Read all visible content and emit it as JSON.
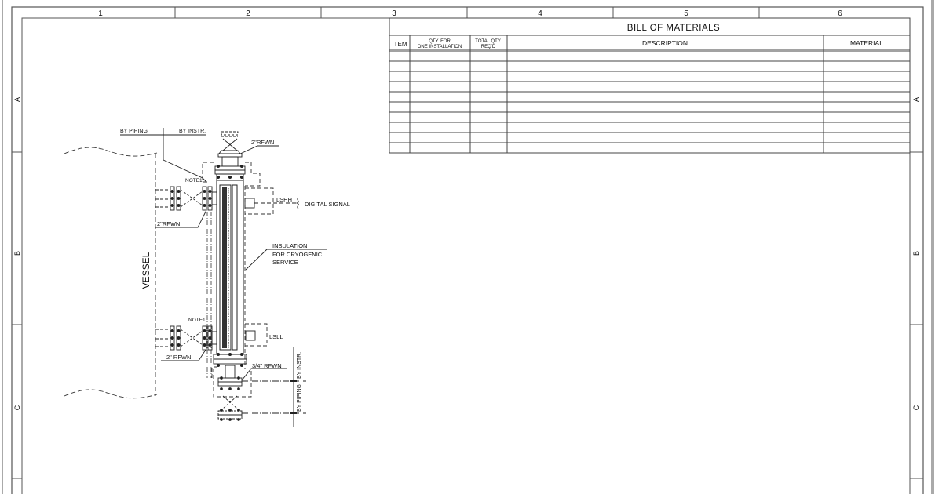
{
  "drawing": {
    "type": "Level gauge installation detail",
    "zones": {
      "columns": [
        "1",
        "2",
        "3",
        "4",
        "5",
        "6"
      ],
      "rows": [
        "A",
        "B",
        "C"
      ]
    },
    "bill_of_materials": {
      "title": "BILL OF MATERIALS",
      "headers": {
        "item": "ITEM",
        "qty_one_line1": "QTY. FOR",
        "qty_one_line2": "ONE INSTALLATION",
        "qty_total_line1": "TOTAL QTY.",
        "qty_total_line2": "REQ'D",
        "description": "DESCRIPTION",
        "material": "MATERIAL"
      },
      "rows": [
        {
          "item": "",
          "qty_one": "",
          "qty_total": "",
          "description": "",
          "material": ""
        },
        {
          "item": "",
          "qty_one": "",
          "qty_total": "",
          "description": "",
          "material": ""
        },
        {
          "item": "",
          "qty_one": "",
          "qty_total": "",
          "description": "",
          "material": ""
        },
        {
          "item": "",
          "qty_one": "",
          "qty_total": "",
          "description": "",
          "material": ""
        },
        {
          "item": "",
          "qty_one": "",
          "qty_total": "",
          "description": "",
          "material": ""
        },
        {
          "item": "",
          "qty_one": "",
          "qty_total": "",
          "description": "",
          "material": ""
        },
        {
          "item": "",
          "qty_one": "",
          "qty_total": "",
          "description": "",
          "material": ""
        },
        {
          "item": "",
          "qty_one": "",
          "qty_total": "",
          "description": "",
          "material": ""
        },
        {
          "item": "",
          "qty_one": "",
          "qty_total": "",
          "description": "",
          "material": ""
        },
        {
          "item": "",
          "qty_one": "",
          "qty_total": "",
          "description": "",
          "material": ""
        }
      ]
    },
    "labels": {
      "by_piping": "BY PIPING",
      "by_instr": "BY INSTR.",
      "top_flange": "2\"RFWN",
      "note_upper": "NOTE1",
      "upper_nozzle": "2\"RFWN",
      "lshh": "LSHH",
      "digital_signal": "DIGITAL SIGNAL",
      "insulation_1": "INSULATION",
      "insulation_2": "FOR CRYOGENIC",
      "insulation_3": "SERVICE",
      "vessel": "VESSEL",
      "note_lower": "NOTE1",
      "lower_nozzle": "2\"  RFWN",
      "lsll": "LSLL",
      "drain_flange": "3/4\"  RFWN",
      "vert_by_instr": "BY INSTR.",
      "vert_by_piping": "BY PIPING"
    }
  }
}
